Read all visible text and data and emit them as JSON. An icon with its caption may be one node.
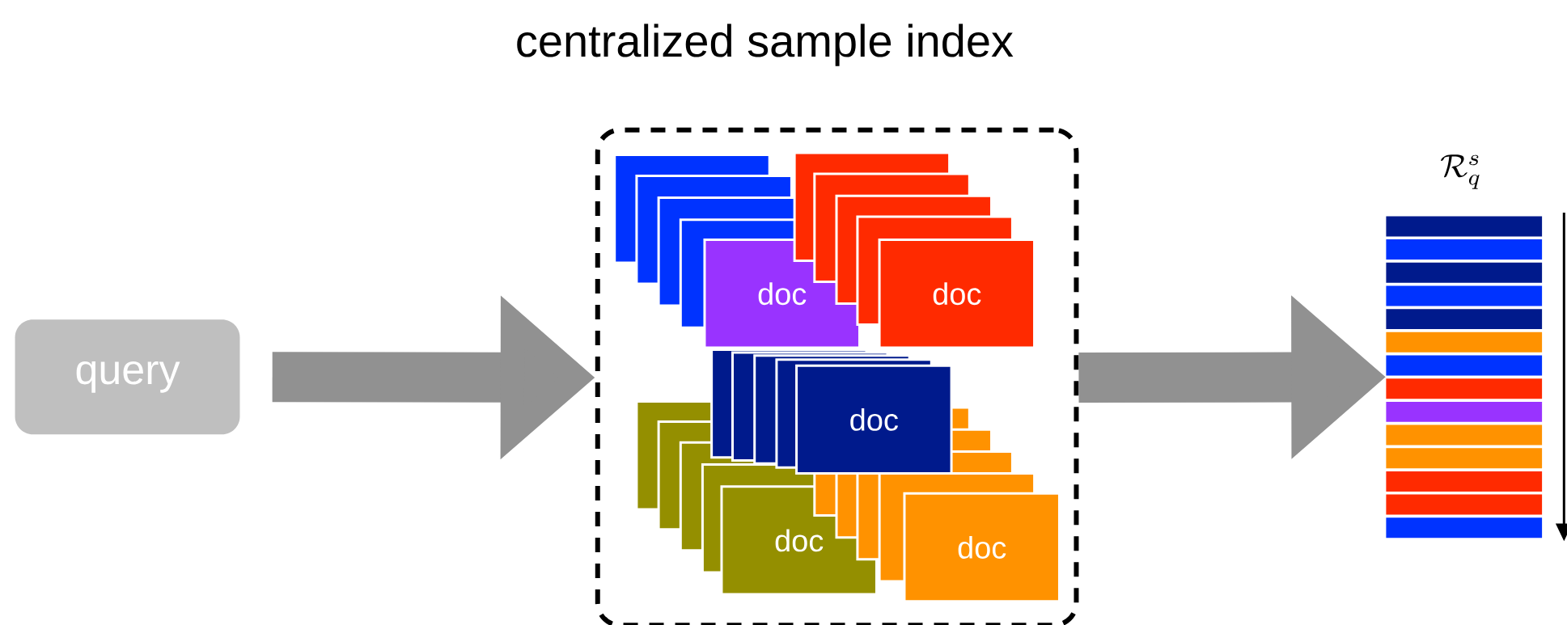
{
  "diagram": {
    "title": "centralized sample index",
    "nodes": [
      {
        "text": [
          "query"
        ]
      },
      {
        "text": [],
        "shape": "box"
      },
      {
        "text": [
          "doc"
        ],
        "in": 1
      },
      {
        "text": [
          "doc"
        ],
        "in": 1
      },
      {
        "text": [
          "doc"
        ],
        "in": 1
      },
      {
        "text": [
          "doc"
        ],
        "in": 1
      },
      {
        "text": [
          "doc"
        ],
        "in": 1
      },
      {
        "text": [
          "\\mathcal{R}_q^s"
        ]
      }
    ],
    "edges": [
      {
        "from": 0,
        "to": 1,
        "arrow": "to"
      },
      {
        "from": 1,
        "to": 7,
        "arrow": "to"
      }
    ]
  }
}
